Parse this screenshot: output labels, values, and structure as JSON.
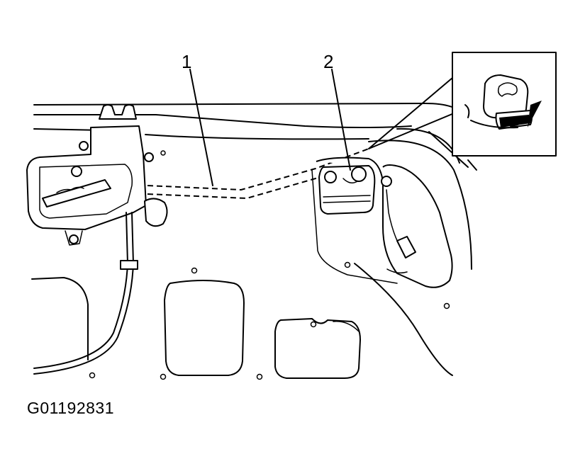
{
  "callouts": [
    {
      "id": "1",
      "label": "1"
    },
    {
      "id": "2",
      "label": "2"
    }
  ],
  "figure_id": "G01192831",
  "colors": {
    "line": "#000000",
    "background": "#ffffff"
  }
}
